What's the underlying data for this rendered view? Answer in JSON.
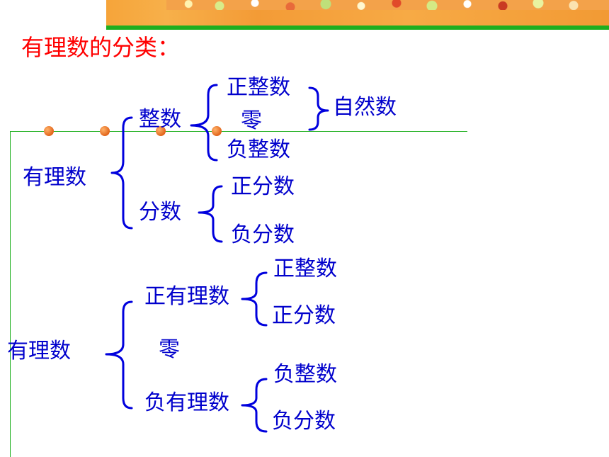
{
  "title": "有理数的分类：",
  "diagram1": {
    "root": "有理数",
    "integer": "整数",
    "positive_integer": "正整数",
    "zero": "零",
    "negative_integer": "负整数",
    "natural": "自然数",
    "fraction": "分数",
    "positive_fraction": "正分数",
    "negative_fraction": "负分数"
  },
  "diagram2": {
    "root": "有理数",
    "positive_rational": "正有理数",
    "positive_integer": "正整数",
    "positive_fraction": "正分数",
    "zero": "零",
    "negative_rational": "负有理数",
    "negative_integer": "负整数",
    "negative_fraction": "负分数"
  },
  "colors": {
    "title": "#ff0000",
    "text": "#0000cc",
    "brace": "#0000dd",
    "frame_line": "#22b022",
    "banner_orange": "#f6a43a",
    "banner_green": "#1fae1f",
    "dot": "#e2641a"
  }
}
